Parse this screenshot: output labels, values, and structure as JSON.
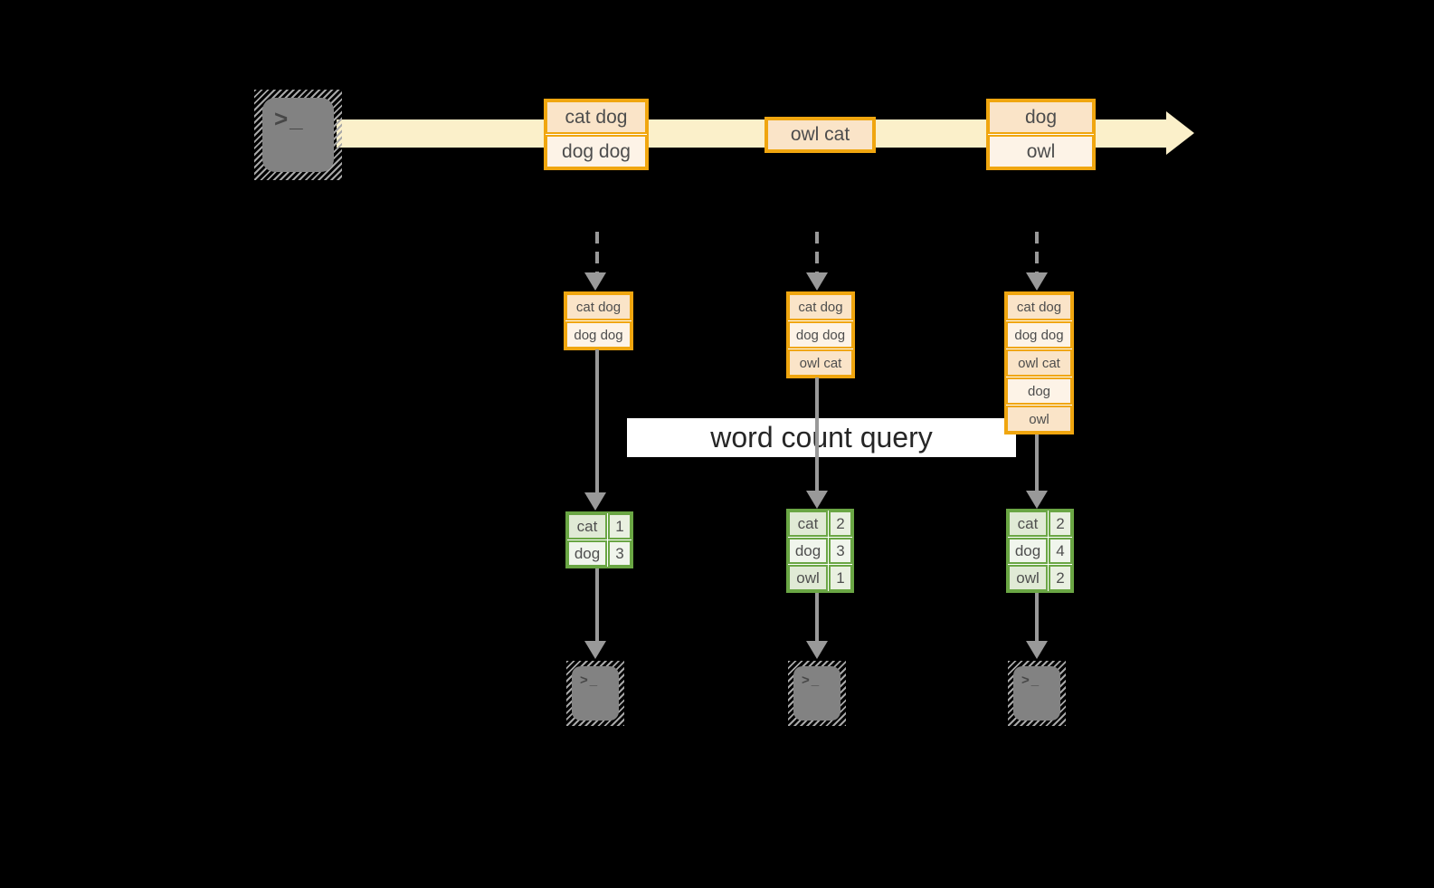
{
  "stream": {
    "batches": [
      {
        "rows": [
          "cat dog",
          "dog dog"
        ]
      },
      {
        "rows": [
          "owl cat"
        ]
      },
      {
        "rows": [
          "dog",
          "owl"
        ]
      }
    ]
  },
  "query": {
    "label": "word count query"
  },
  "columns": [
    {
      "snapshot": {
        "rows": [
          "cat dog",
          "dog dog"
        ]
      },
      "counts": {
        "rows": [
          {
            "word": "cat",
            "count": "1"
          },
          {
            "word": "dog",
            "count": "3"
          }
        ]
      }
    },
    {
      "snapshot": {
        "rows": [
          "cat dog",
          "dog dog",
          "owl cat"
        ]
      },
      "counts": {
        "rows": [
          {
            "word": "cat",
            "count": "2"
          },
          {
            "word": "dog",
            "count": "3"
          },
          {
            "word": "owl",
            "count": "1"
          }
        ]
      }
    },
    {
      "snapshot": {
        "rows": [
          "cat dog",
          "dog dog",
          "owl cat",
          "dog",
          "owl"
        ]
      },
      "counts": {
        "rows": [
          {
            "word": "cat",
            "count": "2"
          },
          {
            "word": "dog",
            "count": "4"
          },
          {
            "word": "owl",
            "count": "2"
          }
        ]
      }
    }
  ],
  "terminal": {
    "glyph": ">_"
  },
  "colors": {
    "background": "#000000",
    "stream_band": "#fbf0ca",
    "box_border": "#f0a60f",
    "box_fill_dark": "#fae4c8",
    "box_fill_light": "#fdf3e7",
    "table_border": "#6aa644",
    "table_fill_dark": "#e0ead5",
    "table_fill_light": "#f0f5ec",
    "arrow_gray": "#999999",
    "banner_bg": "#ffffff",
    "banner_text": "#262626",
    "terminal_gray": "#828282"
  }
}
